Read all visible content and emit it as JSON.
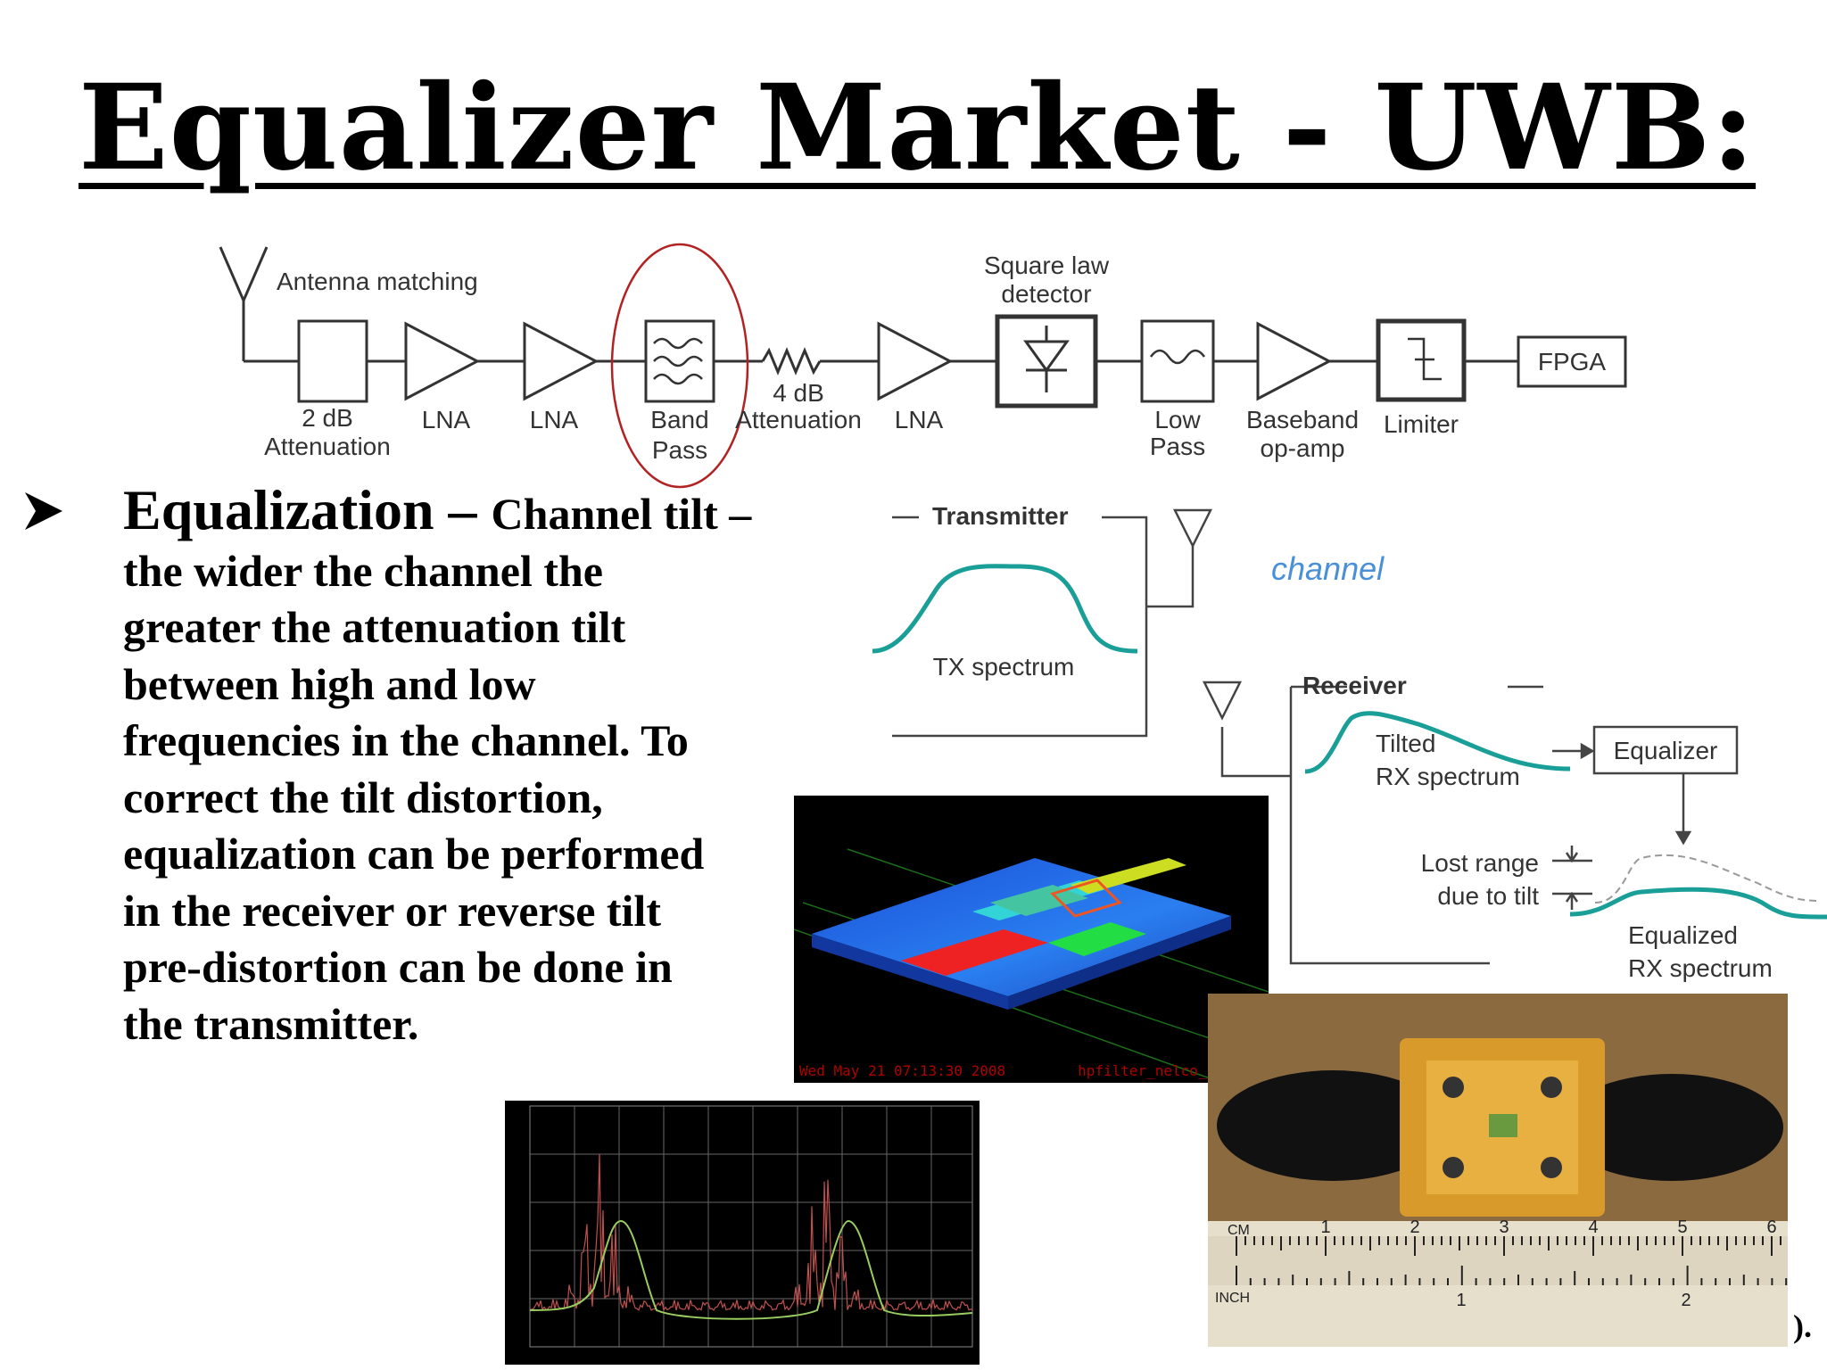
{
  "title": "Equalizer Market - UWB:",
  "bullet": {
    "lead": "Equalization",
    "dash1": " – ",
    "subtitle": "Channel tilt –",
    "lines": [
      "the wider the channel the",
      "greater the attenuation tilt",
      "between high and low",
      "frequencies in the channel. To",
      "correct the tilt distortion,",
      "equalization can be performed",
      "in the receiver or reverse tilt",
      "pre-distortion can be done in",
      "the transmitter."
    ]
  },
  "block_diagram": {
    "antenna_matching": "Antenna matching",
    "att2_line1": "2 dB",
    "att2_line2": "Attenuation",
    "lna1": "LNA",
    "lna2": "LNA",
    "bandpass_line1": "Band",
    "bandpass_line2": "Pass",
    "att4_line1": "4 dB",
    "att4_line2": "Attenuation",
    "lna3": "LNA",
    "detector_line1": "Square law",
    "detector_line2": "detector",
    "lowpass_line1": "Low",
    "lowpass_line2": "Pass",
    "baseband_line1": "Baseband",
    "baseband_line2": "op-amp",
    "limiter": "Limiter",
    "fpga": "FPGA"
  },
  "channel_diagram": {
    "transmitter": "Transmitter",
    "tx_spectrum": "TX spectrum",
    "channel": "channel",
    "receiver": "Receiver",
    "tilted_line1": "Tilted",
    "tilted_line2": "RX spectrum",
    "equalizer": "Equalizer",
    "lost_line1": "Lost range",
    "lost_line2": "due to tilt",
    "equalized_line1": "Equalized",
    "equalized_line2": "RX spectrum"
  },
  "sim_photo": {
    "timestamp": "Wed May 21 07:13:30 2008",
    "filename": "hpfilter_nelco_coplanc"
  },
  "device_photo": {
    "cm_label": "CM",
    "inch_label": "INCH",
    "cm_ticks": [
      "1",
      "2",
      "3",
      "4",
      "5",
      "6"
    ],
    "inch_ticks": [
      "1",
      "2"
    ]
  },
  "caption_tail": ").",
  "colors": {
    "spectrum_teal": "#1a9e98",
    "channel_blue": "#4a90d9",
    "highlight_red": "#b22222"
  }
}
